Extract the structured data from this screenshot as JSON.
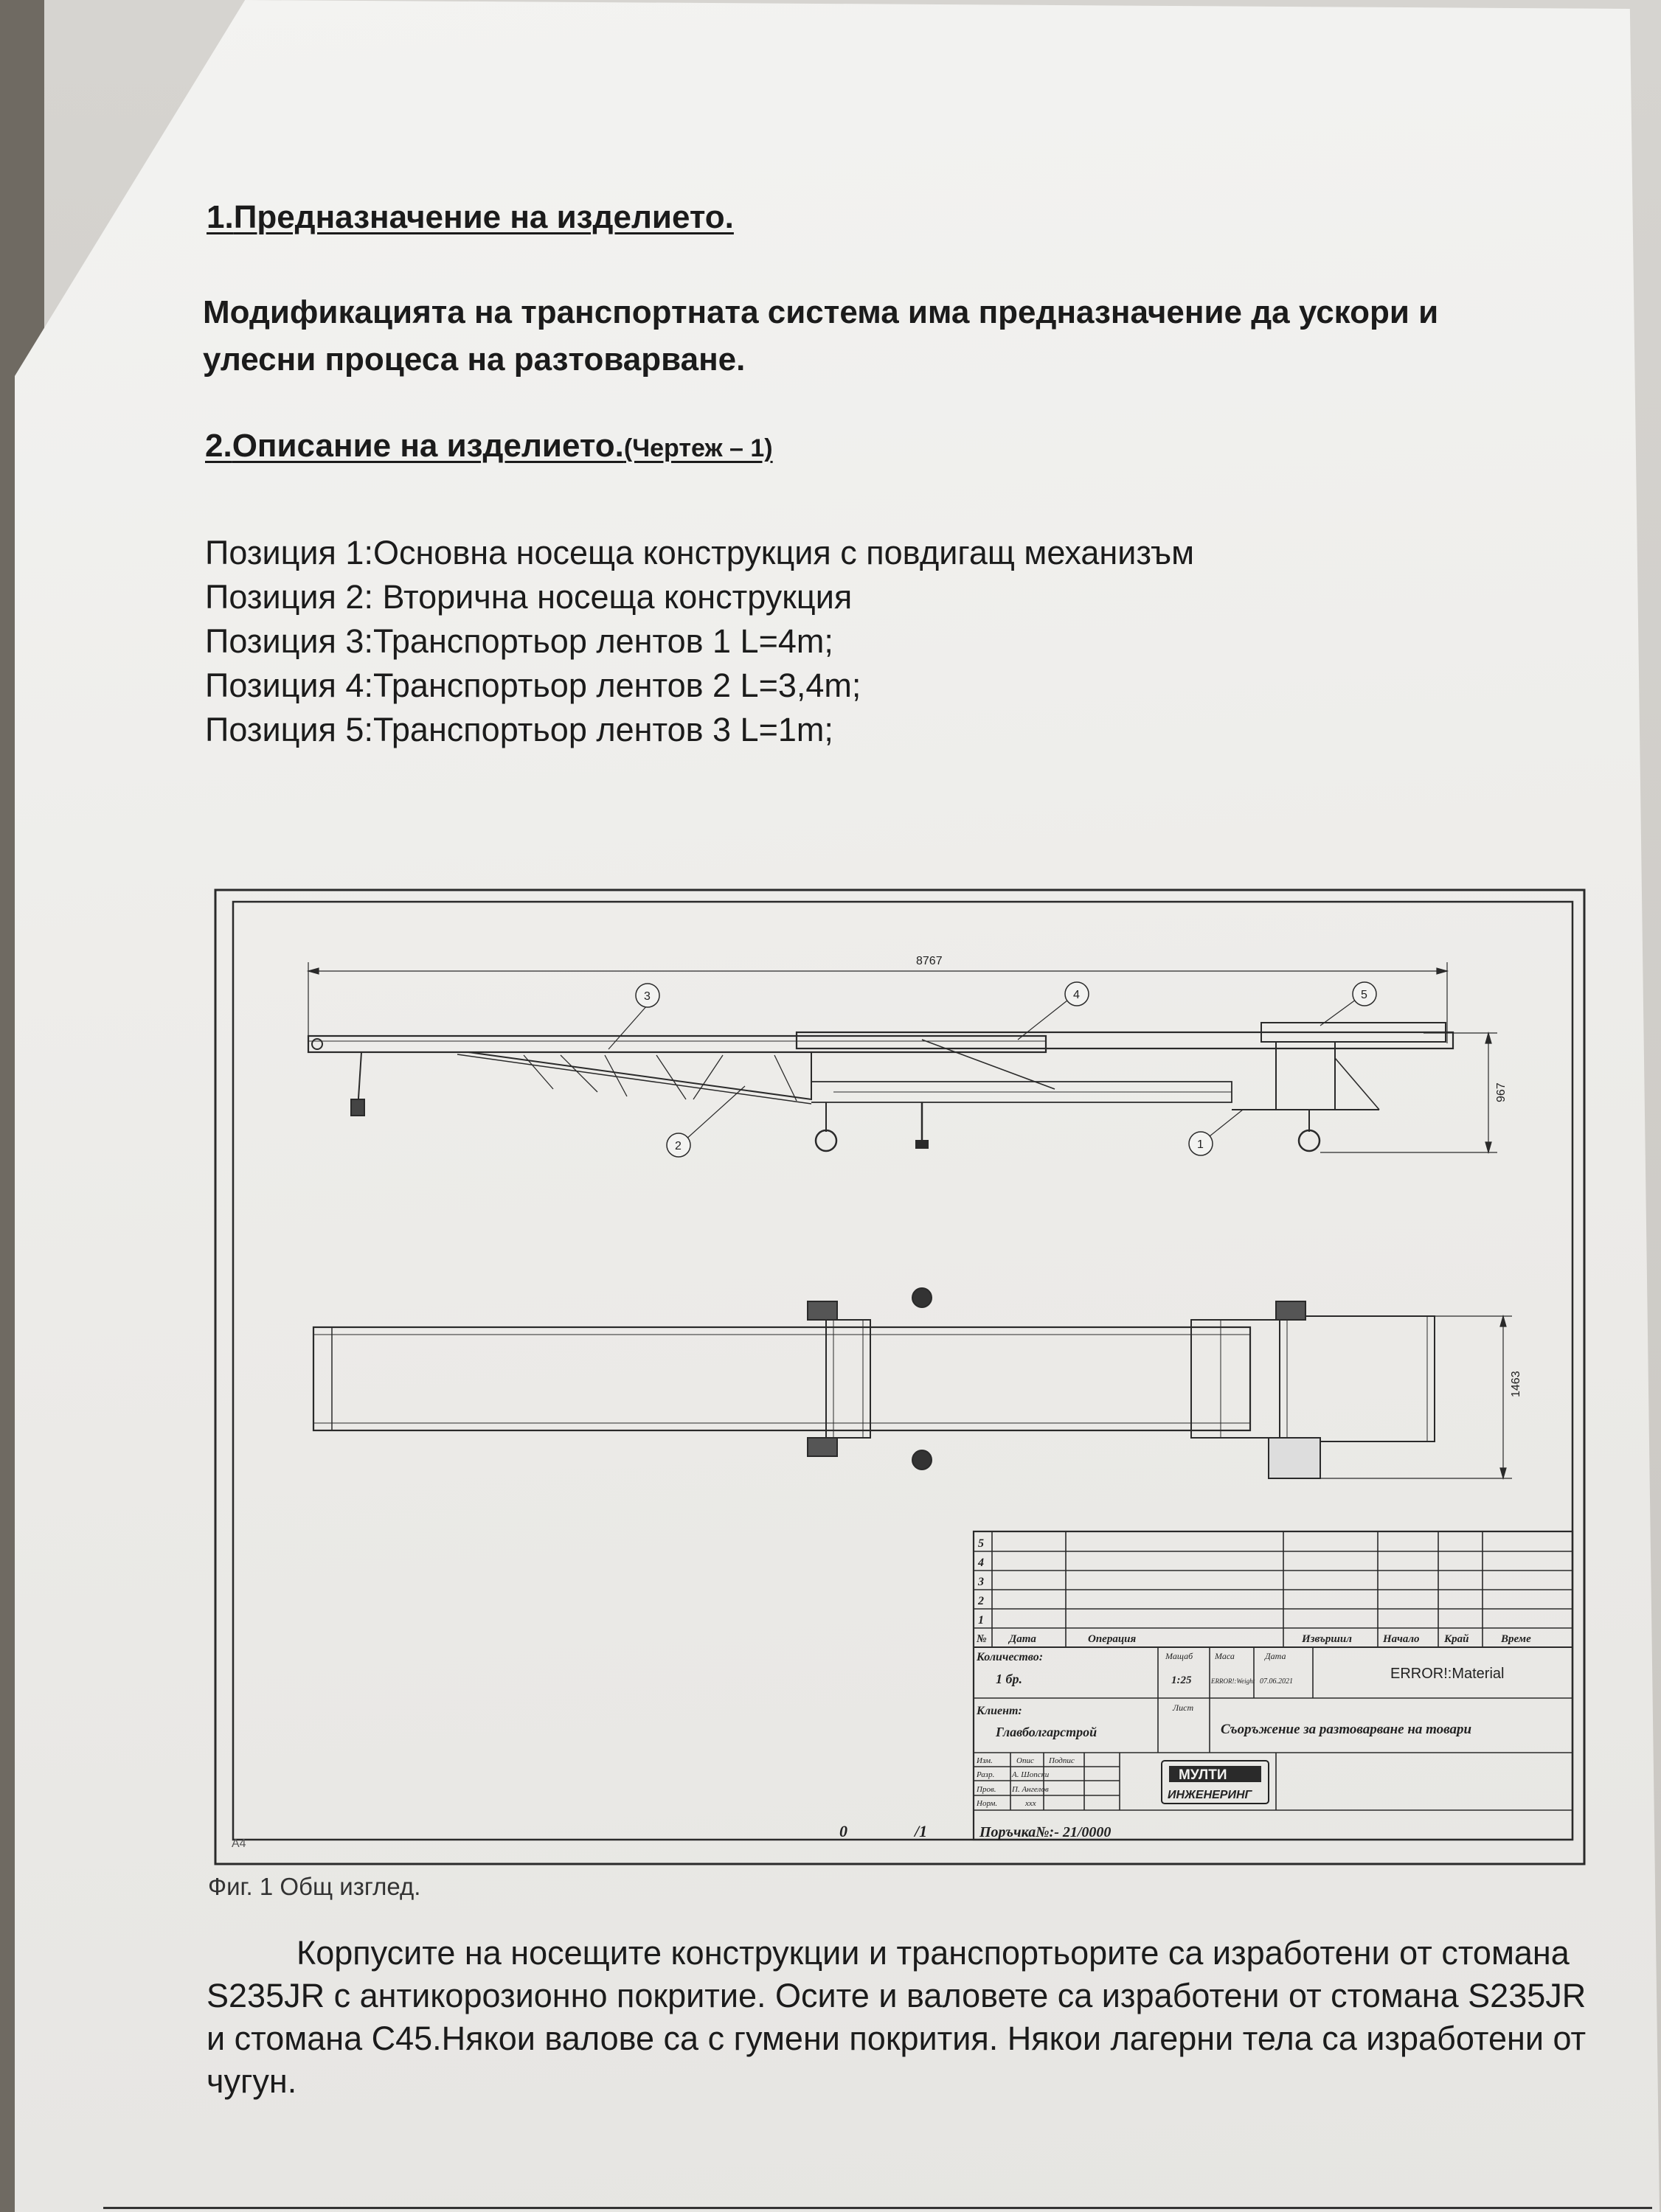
{
  "section1": {
    "heading_number": "1.",
    "heading_text": "Предназначение на изделието.",
    "paragraph": "Модификацията на транспортната система има предназначение да ускори и улесни процеса на разтоварване."
  },
  "section2": {
    "heading_number": "2.",
    "heading_text": "Описание на изделието.",
    "heading_ref": "(Чертеж – 1)",
    "positions": [
      "Позиция 1:Основна носеща конструкция с повдигащ механизъм",
      "Позиция 2: Вторична носеща конструкция",
      "Позиция 3:Транспортьор лентов 1 L=4m;",
      "Позиция 4:Транспортьор лентов 2 L=3,4m;",
      "Позиция 5:Транспортьор лентов 3 L=1m;"
    ]
  },
  "drawing": {
    "dim_length": "8767",
    "dim_height": "967",
    "dim_width": "1463",
    "balloons": [
      "1",
      "2",
      "3",
      "4",
      "5"
    ],
    "corner_mark": "A4",
    "title_block": {
      "revision_rows": [
        "5",
        "4",
        "3",
        "2",
        "1"
      ],
      "rev_headers": [
        "№",
        "Дата",
        "Операция",
        "Извършил",
        "Начало",
        "Край",
        "Време"
      ],
      "qty_label": "Количество:",
      "qty_value": "1 бр.",
      "scale_label": "Мащаб",
      "scale_value": "1:25",
      "mass_label": "Маса",
      "mass_value": "ERROR!:Weight",
      "date_label": "Дата",
      "date_value": "07.06.2021",
      "material": "ERROR!:Material",
      "client_label": "Клиент:",
      "client_value": "Главболгарстрой",
      "sheet_label": "Лист",
      "title": "Съоръжение за разтоварване на товари",
      "people_headers": [
        "Изм.",
        "Опис",
        "Подпис"
      ],
      "people": [
        {
          "role": "Разр.",
          "name": "А. Шопски"
        },
        {
          "role": "Пров.",
          "name": "П. Ангелов"
        },
        {
          "role": "Норм.",
          "name": "xxx"
        }
      ],
      "logo_line1": "МУЛТИ",
      "logo_line2": "ИНЖЕНЕРИНГ",
      "sheet_no": "0",
      "sheet_total": "/1",
      "order": "Поръчка№:- 21/0000"
    }
  },
  "figure_caption": "Фиг. 1 Общ изглед.",
  "materials_paragraph": "Корпусите на носещите конструкции и транспортьорите са изработени от стомана S235JR с антикорозионно покритие. Осите и валовете са изработени от стомана S235JR и стомана C45.Някои валове са с гумени покрития. Някои лагерни тела са изработени от чугун."
}
